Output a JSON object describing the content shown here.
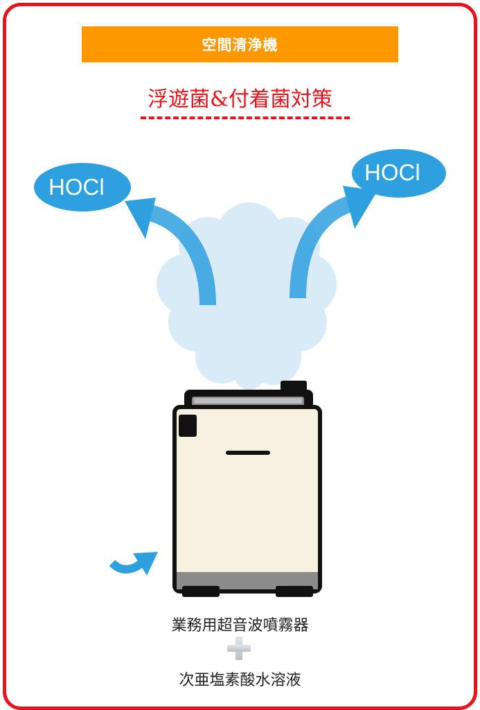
{
  "header": {
    "title": "空間清浄機"
  },
  "subtitle": "浮遊菌&付着菌対策",
  "labels": {
    "hocl_left": "HOCl",
    "hocl_right": "HOCl"
  },
  "captions": {
    "device": "業務用超音波噴霧器",
    "solution": "次亜塩素酸水溶液"
  },
  "colors": {
    "frame": "#e8141c",
    "header": "#fd9800",
    "accent_blue": "#2fa0df",
    "mist": "#d6eaf6",
    "device_body": "#f6f1e1"
  },
  "icons": {
    "plus": "plus-icon",
    "arrow": "curved-arrow-icon",
    "mist": "mist-cloud-icon",
    "device": "humidifier-icon"
  }
}
